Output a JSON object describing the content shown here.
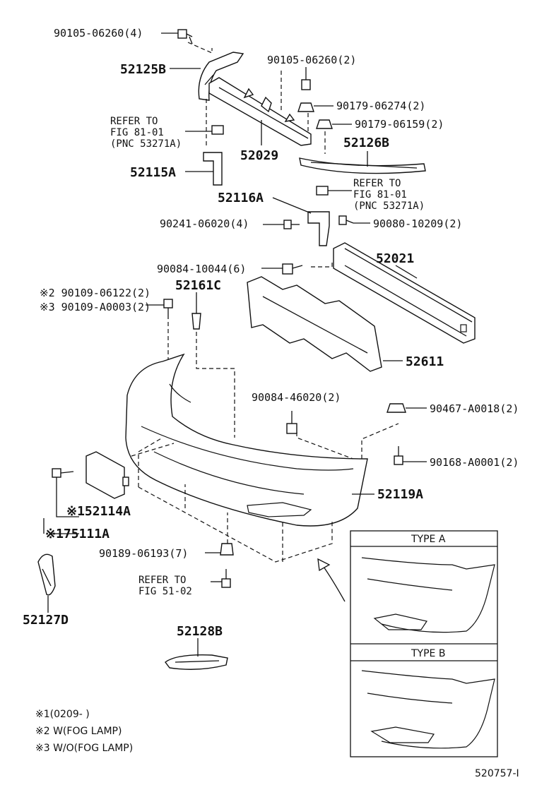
{
  "parts": {
    "p_90105_a": "90105-06260(4)",
    "p_52125B": "52125B",
    "p_90105_b": "90105-06260(2)",
    "p_90179_a": "90179-06274(2)",
    "p_90179_b": "90179-06159(2)",
    "p_52126B": "52126B",
    "p_52029": "52029",
    "p_52115A": "52115A",
    "p_52116A": "52116A",
    "p_90241": "90241-06020(4)",
    "p_90080": "90080-10209(2)",
    "p_52021": "52021",
    "p_90084_a": "90084-10044(6)",
    "p_90109_a": "※2 90109-06122(2)",
    "p_90109_b": "※3 90109-A0003(2)",
    "p_52161C": "52161C",
    "p_52611": "52611",
    "p_90084_b": "90084-46020(2)",
    "p_90467": "90467-A0018(2)",
    "p_90168": "90168-A0001(2)",
    "p_52119A": "52119A",
    "p_52114A": "※152114A",
    "p_75111A": "※175111A",
    "p_90189": "90189-06193(7)",
    "p_52127D": "52127D",
    "p_52128B": "52128B"
  },
  "refs": {
    "ref1_line1": "REFER TO",
    "ref1_line2": "FIG 81-01",
    "ref1_line3": "(PNC 53271A)",
    "ref2_line1": "REFER TO",
    "ref2_line2": "FIG 81-01",
    "ref2_line3": "(PNC 53271A)",
    "ref3_line1": "REFER TO",
    "ref3_line2": "FIG 51-02"
  },
  "inset": {
    "type_a": "TYPE A",
    "type_b": "TYPE B"
  },
  "notes": {
    "n1": "※1(0209-      )",
    "n2": "※2 W(FOG LAMP)",
    "n3": "※3 W/O(FOG LAMP)"
  },
  "figure_id": "520757-I"
}
